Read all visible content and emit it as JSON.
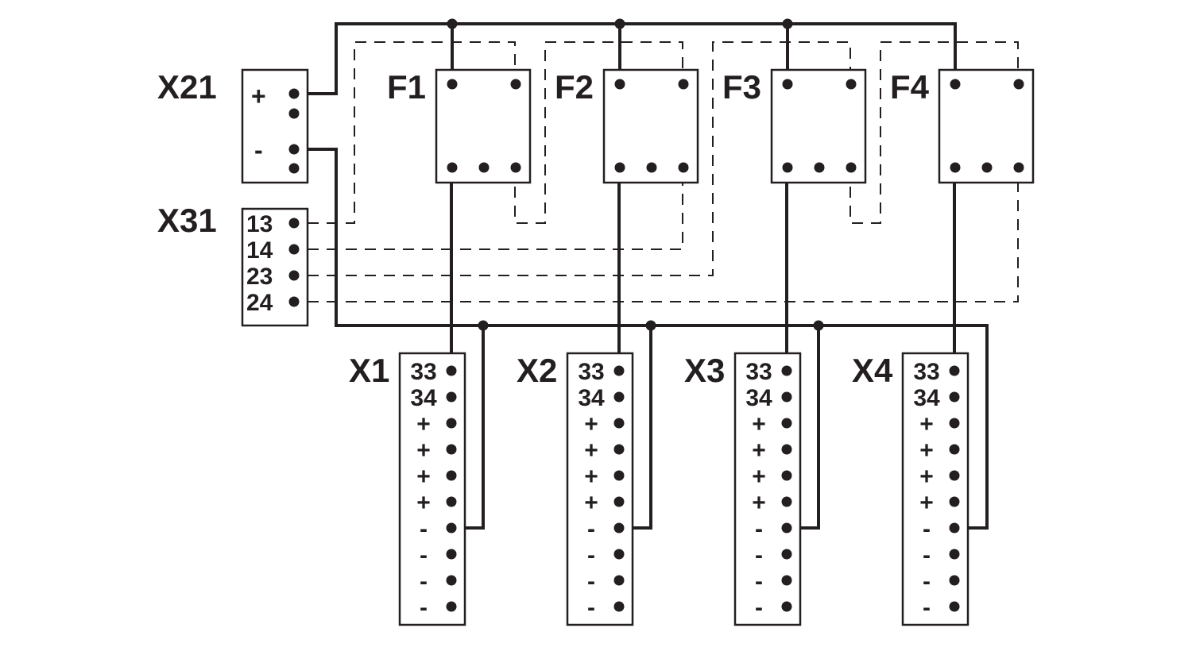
{
  "x21": {
    "label": "X21",
    "plus": "+",
    "minus": "-"
  },
  "x31": {
    "label": "X31",
    "terminals": [
      "13",
      "14",
      "23",
      "24"
    ]
  },
  "fuses": [
    {
      "label": "F1"
    },
    {
      "label": "F2"
    },
    {
      "label": "F3"
    },
    {
      "label": "F4"
    }
  ],
  "outputs": [
    {
      "label": "X1",
      "pins": [
        "33",
        "34",
        "+",
        "+",
        "+",
        "+",
        "-",
        "-",
        "-",
        "-"
      ]
    },
    {
      "label": "X2",
      "pins": [
        "33",
        "34",
        "+",
        "+",
        "+",
        "+",
        "-",
        "-",
        "-",
        "-"
      ]
    },
    {
      "label": "X3",
      "pins": [
        "33",
        "34",
        "+",
        "+",
        "+",
        "+",
        "-",
        "-",
        "-",
        "-"
      ]
    },
    {
      "label": "X4",
      "pins": [
        "33",
        "34",
        "+",
        "+",
        "+",
        "+",
        "-",
        "-",
        "-",
        "-"
      ]
    }
  ],
  "colors": {
    "ink": "#231f20",
    "background": "#ffffff"
  }
}
